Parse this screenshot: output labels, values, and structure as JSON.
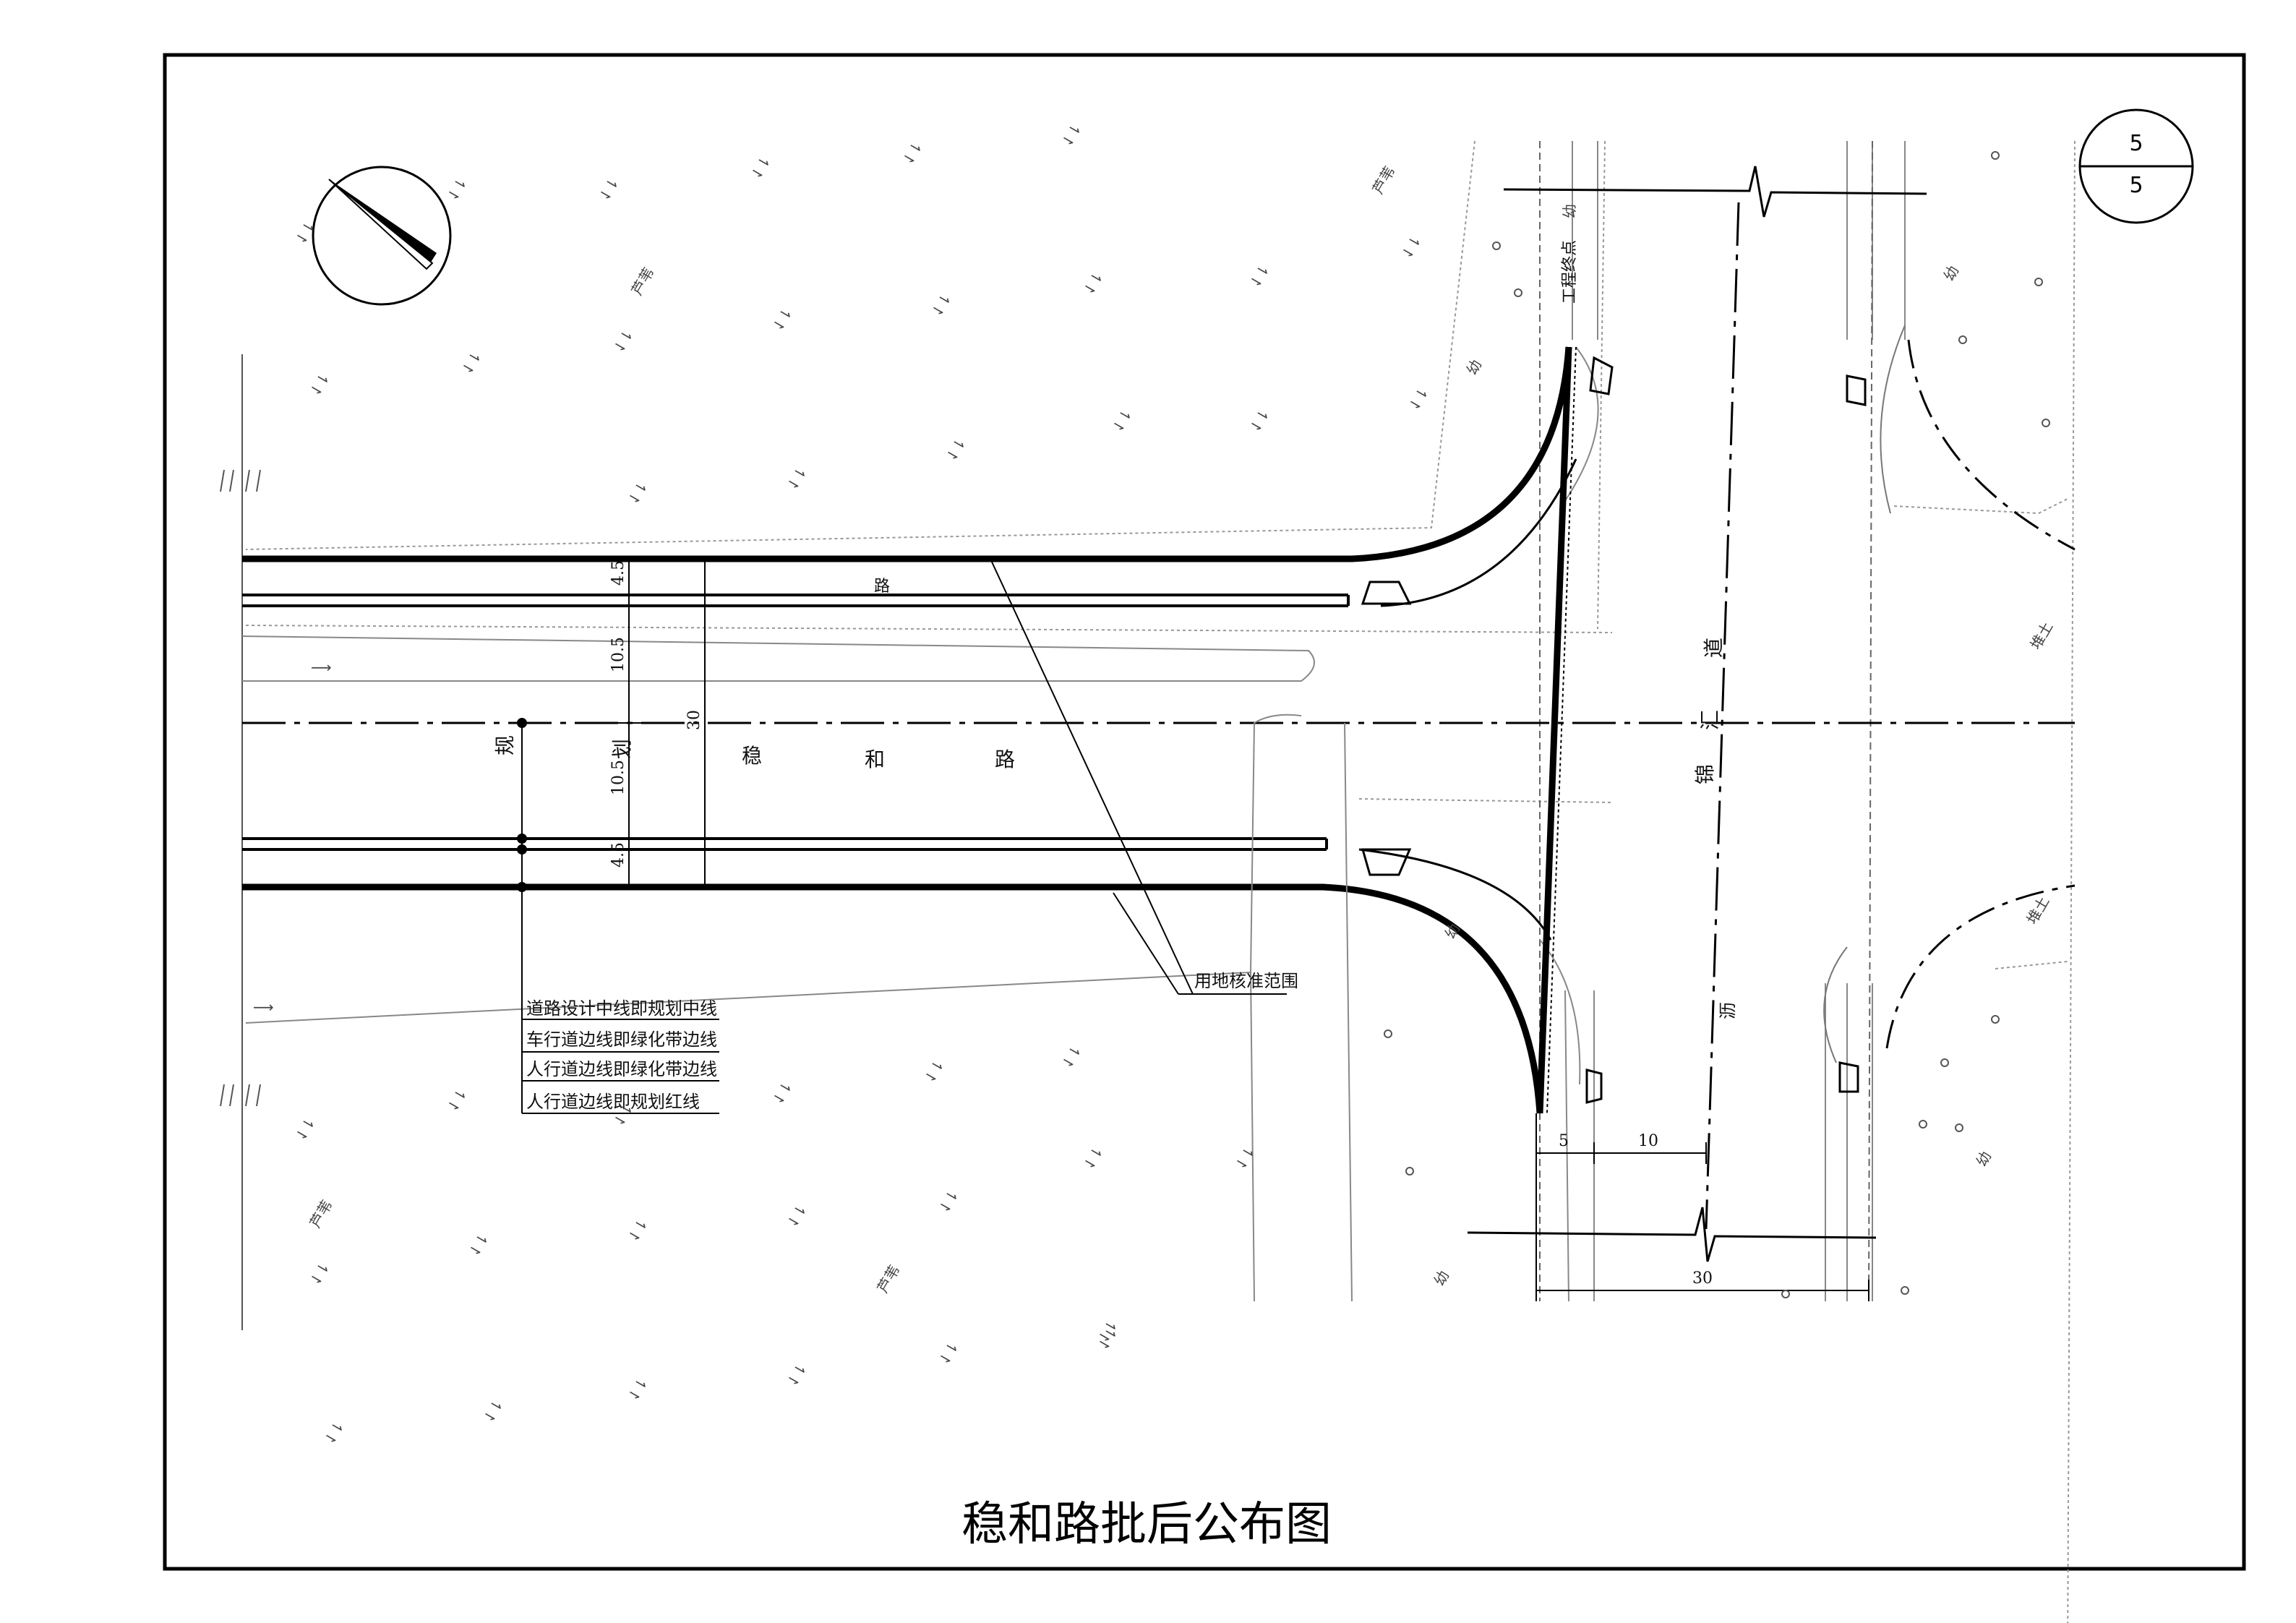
{
  "drawing": {
    "title": "稳和路批后公布图",
    "sheet": {
      "number": "5",
      "total": "5"
    }
  },
  "roads": {
    "main_road": {
      "name_chars": [
        "稳",
        "和",
        "路"
      ]
    },
    "cross_road": {
      "name_chars": [
        "锦",
        "汇",
        "道"
      ]
    },
    "planning_chars": [
      "规",
      "划"
    ],
    "surface_char": "沥",
    "left_side_char": "路"
  },
  "labels": {
    "project_end": "工程终点",
    "land_use": "用地核准范围",
    "fill_soil": "堆土"
  },
  "legend": {
    "items": [
      "道路设计中线即规划中线",
      "车行道边线即绿化带边线",
      "人行道边线即绿化带边线",
      "人行道边线即规划红线"
    ]
  },
  "dimensions": {
    "main_widths": [
      "4.5",
      "10.5",
      "10.5",
      "4.5"
    ],
    "main_total": "30",
    "cross_sidewalk": "5",
    "cross_half": "10",
    "cross_total": "30"
  },
  "terrain_symbols": {
    "reed": "芦苇",
    "seedling": "幼",
    "grass": "⇃⇂",
    "arrow": "⟶"
  }
}
